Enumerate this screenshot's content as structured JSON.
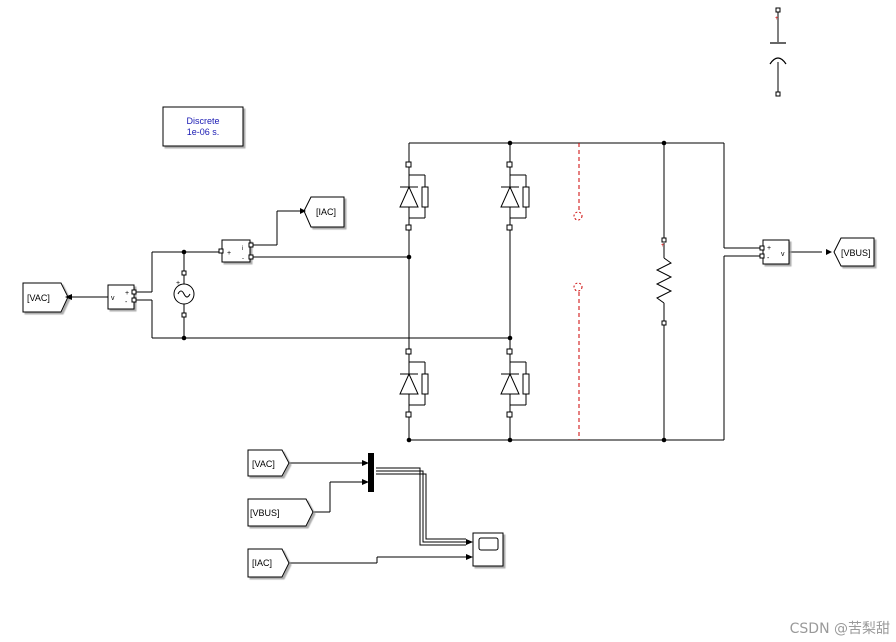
{
  "powergui": {
    "line1": "Discrete",
    "line2": "1e-06 s."
  },
  "tags": {
    "vac_from": "[VAC]",
    "iac_goto": "[IAC]",
    "vbus_from_right": "[VBUS]",
    "vac_scope_in": "[VAC]",
    "vbus_scope_in": "[VBUS]",
    "iac_scope_in": "[IAC]"
  },
  "ports": {
    "voltage_meter_v": "v",
    "current_meter_i": "i",
    "plus": "+",
    "minus": "-"
  },
  "watermark": "CSDN @苦梨甜",
  "colors": {
    "wire": "#000000",
    "block_border": "#000000",
    "powergui_text": "#1a1ab3",
    "dashed": "#cc0000"
  }
}
